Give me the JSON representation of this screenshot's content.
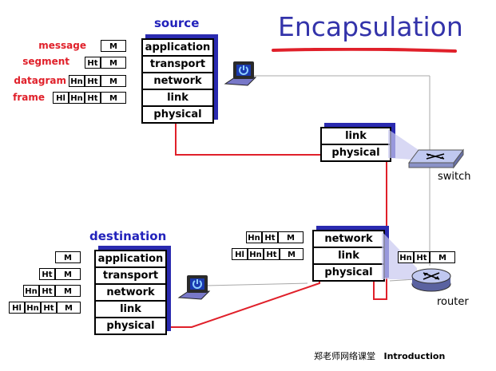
{
  "title": "Encapsulation",
  "source_label": "source",
  "destination_label": "destination",
  "switch_label": "switch",
  "router_label": "router",
  "pdu_labels": {
    "message": "message",
    "segment": "segment",
    "datagram": "datagram",
    "frame": "frame"
  },
  "headers": {
    "M": "M",
    "Ht": "Ht",
    "Hn": "Hn",
    "Hl": "Hl"
  },
  "source_layers": [
    "application",
    "transport",
    "network",
    "link",
    "physical"
  ],
  "dest_layers": [
    "application",
    "transport",
    "network",
    "link",
    "physical"
  ],
  "switch_layers": [
    "link",
    "physical"
  ],
  "router_layers": [
    "network",
    "link",
    "physical"
  ],
  "footer": {
    "course": "郑老师网络课堂",
    "topic": "Introduction"
  },
  "colors": {
    "title": "#3333aa",
    "path": "#e0202a",
    "stack_shadow": "#2a2ab0",
    "label_red": "#e0202a"
  }
}
